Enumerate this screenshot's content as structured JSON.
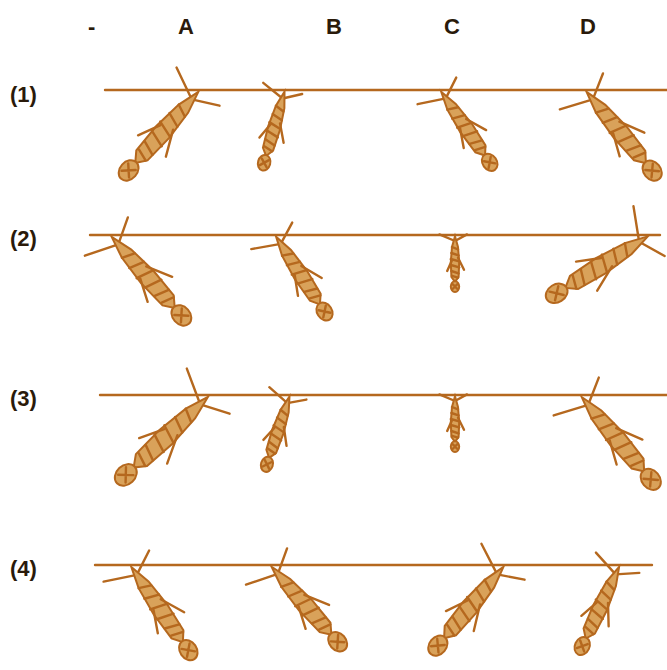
{
  "diagram": {
    "labels": [
      "-",
      "A",
      "B",
      "C",
      "D",
      "(1)",
      "(2)",
      "(3)",
      "(4)"
    ]
  }
}
